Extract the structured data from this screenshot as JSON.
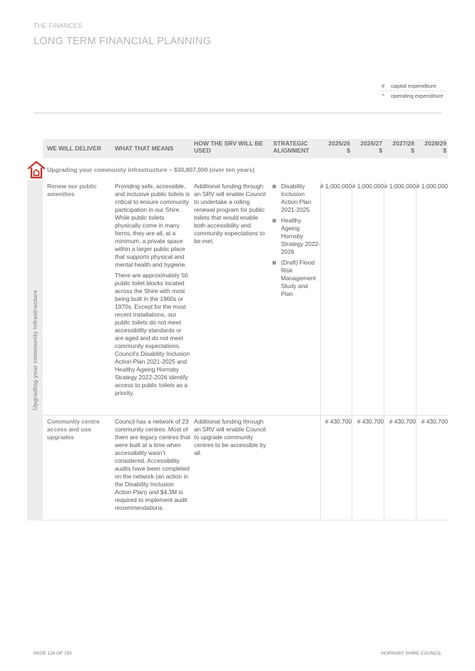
{
  "header": {
    "section_label": "THE FINANCES",
    "title": "LONG TERM FINANCIAL PLANNING"
  },
  "legend": [
    {
      "symbol": "#",
      "text": "capital expenditure"
    },
    {
      "symbol": "^",
      "text": "operating expenditure"
    }
  ],
  "table": {
    "headers": {
      "deliver": "WE WILL DELIVER",
      "means": "WHAT THAT MEANS",
      "srv": "HOW THE SRV WILL BE USED",
      "alignment": "STRATEGIC ALIGNMENT",
      "y1": "2025/26",
      "y2": "2026/27",
      "y3": "2027/28",
      "y4": "2028/29",
      "currency": "$"
    },
    "group": {
      "icon": "house-icon",
      "label": "Upgrading your community infrastructure – $30,807,000 (over ten years)",
      "side_label": "Upgrading your community infrastructure"
    },
    "rows": [
      {
        "deliver": "Renew our public amenities",
        "means": [
          "Providing safe, accessible, and inclusive public toilets is critical to ensure community participation in our Shire. While public toilets physically come in many forms, they are all, at a minimum, a private space within a larger public place that supports physical and mental health and hygiene.",
          "There are approximately 50 public toilet blocks located across the Shire with most being built in the 1960s or 1970s. Except for the most recent installations, our public toilets do not meet accessibility standards or are aged and do not meet community expectations. Council’s Disability Inclusion Action Plan 2021-2025 and Healthy Ageing Hornsby Strategy 2022-2026 identify access to public toilets as a priority."
        ],
        "srv": "Additional funding through an SRV will enable Council to undertake a rolling renewal program for public toilets that would enable both accessibility and community expectations to be met.",
        "alignment": [
          "Disability Inclusion Action Plan 2021-2025",
          "Healthy Ageing Hornsby Strategy 2022-2026",
          "(Draft) Flood Risk Management Study and Plan"
        ],
        "y1": "# 1,000,000",
        "y2": "# 1,000,000",
        "y3": "# 1,000,000",
        "y4": "# 1,000,000"
      },
      {
        "deliver": "Community centre access and use upgrades",
        "means": [
          "Council has a network of 23 community centres. Most of them are legacy centres that were built at a time when accessibility wasn’t considered. Accessibility audits have been completed on the network (an action in the Disability Inclusion Action Plan) and $4.3M is required to implement audit recommendations."
        ],
        "srv": "Additional funding through an SRV will enable Council to upgrade community centres to be accessible by all.",
        "alignment": [],
        "y1": "# 430,700",
        "y2": "# 430,700",
        "y3": "# 430,700",
        "y4": "# 430,700"
      }
    ]
  },
  "footer": {
    "page": "PAGE 126 OF 150",
    "org": "HORNSBY SHIRE COUNCIL"
  },
  "colors": {
    "header_bg": "#ededed",
    "accent_icon": "#c0392b",
    "title_gray": "#b5b5b5"
  }
}
